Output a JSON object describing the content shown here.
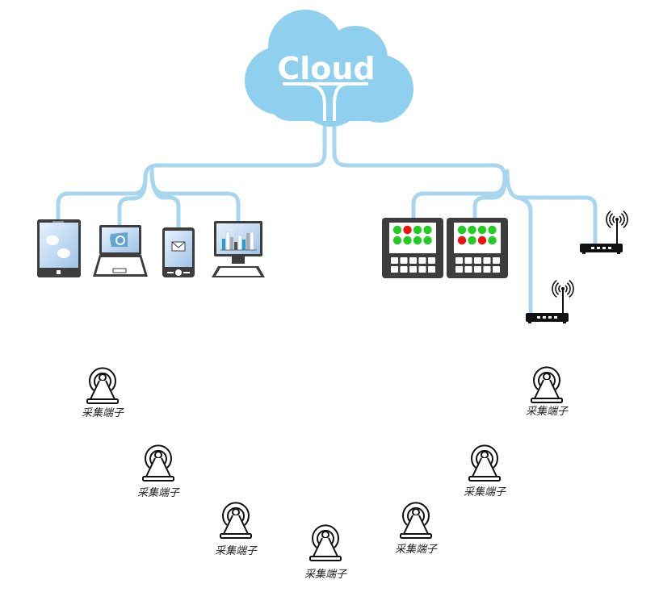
{
  "cloud": {
    "label": "Cloud",
    "color": "#8fd0ee",
    "line_color": "#a8d6ee"
  },
  "client_devices": [
    {
      "type": "tablet",
      "name": "tablet"
    },
    {
      "type": "laptop",
      "name": "laptop"
    },
    {
      "type": "phone",
      "name": "phone"
    },
    {
      "type": "desktop",
      "name": "desktop-monitor"
    }
  ],
  "controllers": [
    {
      "name": "controller-1",
      "leds": [
        "green",
        "red",
        "green",
        "green",
        "green",
        "green",
        "green",
        "green"
      ]
    },
    {
      "name": "controller-2",
      "leds": [
        "green",
        "green",
        "green",
        "green",
        "red",
        "green",
        "red",
        "green"
      ]
    }
  ],
  "routers": [
    {
      "name": "wireless-router-1"
    },
    {
      "name": "wireless-router-2"
    }
  ],
  "terminals": [
    {
      "label": "采集端子"
    },
    {
      "label": "采集端子"
    },
    {
      "label": "采集端子"
    },
    {
      "label": "采集端子"
    },
    {
      "label": "采集端子"
    },
    {
      "label": "采集端子"
    },
    {
      "label": "采集端子"
    }
  ],
  "colors": {
    "led_green": "#22cc22",
    "led_red": "#ee1111",
    "device_dark": "#3d3d3d",
    "screen": "#c4dcf2"
  }
}
